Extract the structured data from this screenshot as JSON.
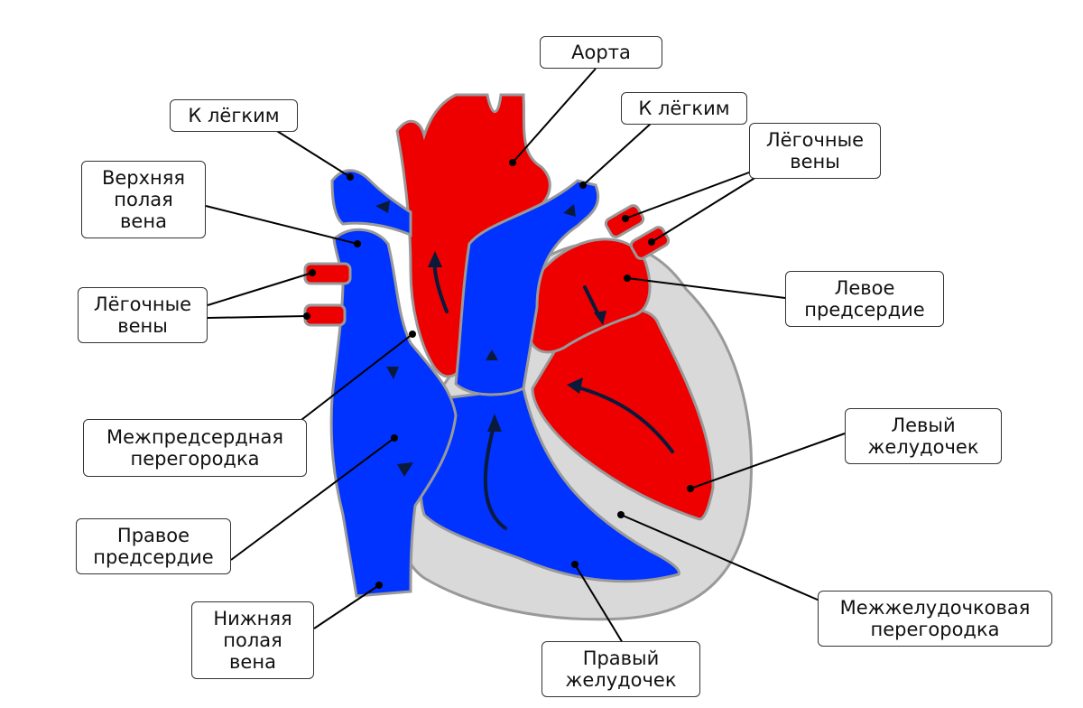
{
  "diagram": {
    "colors": {
      "oxygenated": "#ee0000",
      "deoxygenated": "#0033ff",
      "wall": "#d9d9d9",
      "outline": "#999999",
      "arrow": "#0a1a3a",
      "leader": "#000000"
    },
    "labels": {
      "aorta": "Аорта",
      "to_lungs_left": "К лёгким",
      "to_lungs_right": "К лёгким",
      "superior_vena_cava": [
        "Верхняя",
        "полая",
        "вена"
      ],
      "pulmonary_veins_left": [
        "Лёгочные",
        "вены"
      ],
      "pulmonary_veins_right": [
        "Лёгочные",
        "вены"
      ],
      "left_atrium": [
        "Левое",
        "предсердие"
      ],
      "interatrial_septum": [
        "Межпредсердная",
        "перегородка"
      ],
      "left_ventricle": [
        "Левый",
        "желудочек"
      ],
      "right_atrium": [
        "Правое",
        "предсердие"
      ],
      "inferior_vena_cava": [
        "Нижняя",
        "полая",
        "вена"
      ],
      "interventricular_septum": [
        "Межжелудочковая",
        "перегородка"
      ],
      "right_ventricle": [
        "Правый",
        "желудочек"
      ]
    }
  }
}
